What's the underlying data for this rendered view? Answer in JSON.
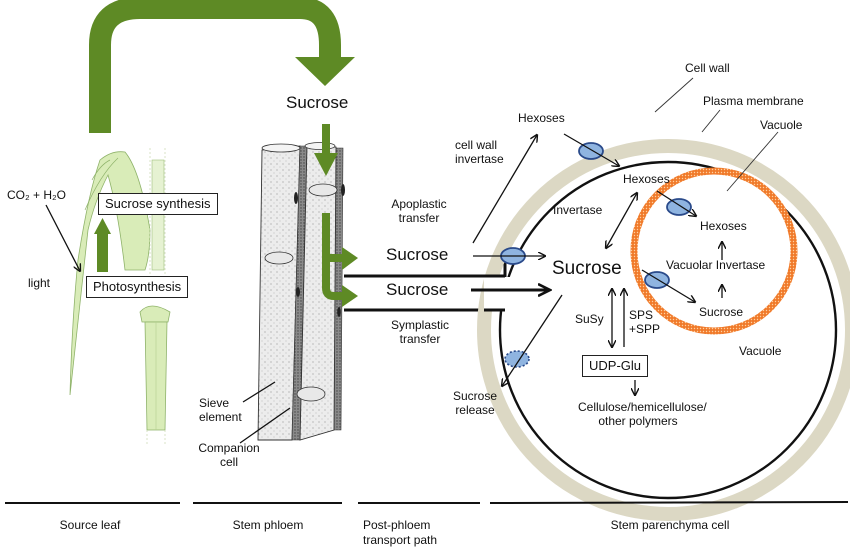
{
  "colors": {
    "green_arrow": "#5e8a25",
    "cell_wall": "#dcd8c4",
    "vacuole_membrane": "#f07a2a",
    "transporter": "#8fb4e0",
    "transporter_border": "#2a4a8a",
    "leaf": "#d9ecb8"
  },
  "leaf": {
    "co2_h2o": "CO₂ + H₂O",
    "light": "light",
    "sucrose_synthesis": "Sucrose synthesis",
    "photosynthesis": "Photosynthesis"
  },
  "phloem": {
    "sucrose_top": "Sucrose",
    "sieve_element": "Sieve\nelement",
    "sieve_line1": "Sieve",
    "sieve_line2": "element",
    "companion_line1": "Companion",
    "companion_line2": "cell"
  },
  "transport": {
    "apoplastic_line1": "Apoplastic",
    "apoplastic_line2": "transfer",
    "sucrose_apo": "Sucrose",
    "sucrose_sym": "Sucrose",
    "symplastic_line1": "Symplastic",
    "symplastic_line2": "transfer"
  },
  "cell": {
    "cell_wall": "Cell wall",
    "plasma_membrane": "Plasma membrane",
    "vacuole_pointer": "Vacuole",
    "hexoses_outer": "Hexoses",
    "cwi_line1": "cell wall",
    "cwi_line2": "invertase",
    "hexoses_cytosol": "Hexoses",
    "invertase": "Invertase",
    "sucrose_cytosol": "Sucrose",
    "hexoses_vacuole": "Hexoses",
    "vacuolar_invertase": "Vacuolar Invertase",
    "sucrose_vacuole": "Sucrose",
    "vacuole_label": "Vacuole",
    "susy": "SuSy",
    "sps_line1": "SPS",
    "sps_line2": "+SPP",
    "udp_glu": "UDP-Glu",
    "polymers_line1": "Cellulose/hemicellulose/",
    "polymers_line2": "other polymers",
    "release_line1": "Sucrose",
    "release_line2": "release"
  },
  "sections": [
    {
      "label_line1": "Source leaf",
      "label_line2": ""
    },
    {
      "label_line1": "Stem phloem",
      "label_line2": ""
    },
    {
      "label_line1": "Post-phloem",
      "label_line2": "transport path"
    },
    {
      "label_line1": "Stem parenchyma  cell",
      "label_line2": ""
    }
  ]
}
